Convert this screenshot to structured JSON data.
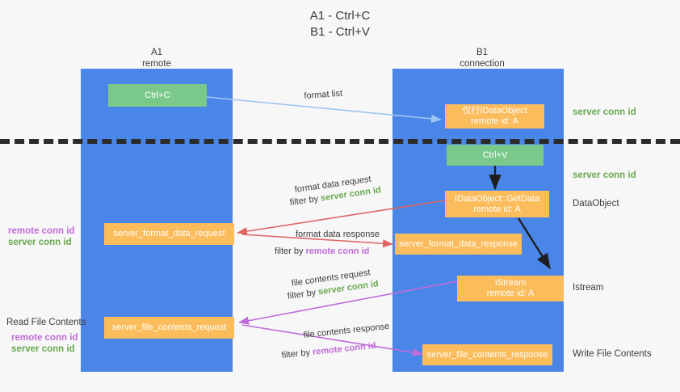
{
  "title": {
    "line1": "A1 - Ctrl+C",
    "line2": "B1 - Ctrl+V"
  },
  "columns": [
    {
      "name": "A1",
      "role": "remote"
    },
    {
      "name": "B1",
      "role": "connection"
    }
  ],
  "nodes": {
    "ctrl_c": {
      "line1": "Ctrl+C",
      "line2": ""
    },
    "ctrl_v": {
      "line1": "Ctrl+V",
      "line2": ""
    },
    "idataobject": {
      "line1": "仅行IDataObject",
      "line2": "remote id: A"
    },
    "getdata": {
      "line1": "IDataObject::GetData",
      "line2": "remote id: A"
    },
    "istream": {
      "line1": "IStream",
      "line2": "remote id: A"
    },
    "format_data_request": {
      "line1": "server_format_data_request",
      "line2": ""
    },
    "format_data_response": {
      "line1": "server_format_data_response",
      "line2": ""
    },
    "file_contents_request": {
      "line1": "server_file_contents_request",
      "line2": ""
    },
    "file_contents_response": {
      "line1": "server_file_contents_response",
      "line2": ""
    }
  },
  "annotations": {
    "format_list": "format list",
    "format_data_request": "format data request",
    "format_data_request_filter_prefix": "filter by ",
    "format_data_request_filter_tag": "server conn id",
    "format_data_response": "format data response",
    "format_data_response_filter_prefix": "filter by ",
    "format_data_response_filter_tag": "remote conn id",
    "file_contents_request": "file contents request",
    "file_contents_request_filter_prefix": "filter by ",
    "file_contents_request_filter_tag": "server conn id",
    "file_contents_response": "file contents response",
    "file_contents_response_filter_prefix": "filter by ",
    "file_contents_response_filter_tag": "remote conn id"
  },
  "right_labels": {
    "server_conn_id_top": "server conn id",
    "server_conn_id_mid": "server conn id",
    "dataobject": "DataObject",
    "istream": "Istream",
    "write_file_contents": "Write File Contents"
  },
  "left_labels": {
    "remote_conn_id_1": "remote conn id",
    "server_conn_id_1": "server conn id",
    "read_file_contents": "Read File Contents",
    "remote_conn_id_2": "remote conn id",
    "server_conn_id_2": "server conn id"
  },
  "colors": {
    "lane": "#4a86e8",
    "node_orange": "#fbbc5c",
    "node_green": "#7bc98a",
    "tag_green": "#6aa84f",
    "tag_purple": "#c06bd8",
    "arrow_lightblue": "#9fc5f0",
    "arrow_red": "#e06666",
    "arrow_magenta": "#c06bd8",
    "arrow_dark": "#1f1f1f",
    "divider": "#2b2b2b",
    "background": "#f7f7f7"
  }
}
